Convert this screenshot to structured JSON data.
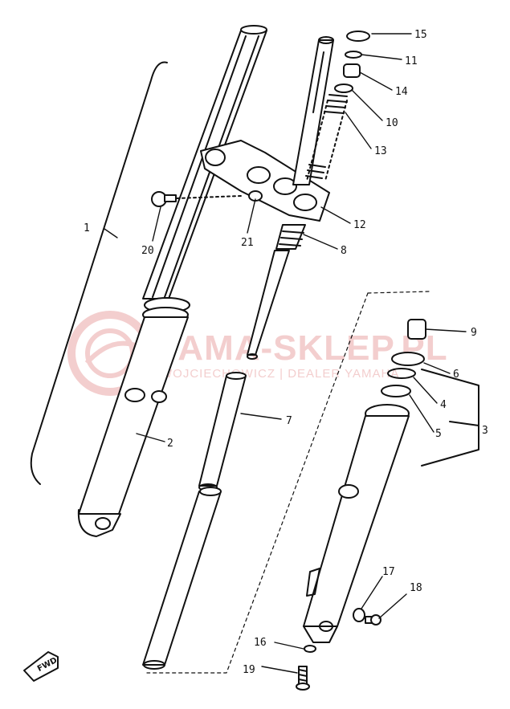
{
  "diagram": {
    "callouts": [
      "1",
      "2",
      "3",
      "4",
      "5",
      "6",
      "7",
      "8",
      "9",
      "10",
      "11",
      "12",
      "13",
      "14",
      "15",
      "16",
      "17",
      "18",
      "19",
      "20",
      "21"
    ],
    "direction_label": "FWD"
  },
  "watermark": {
    "title": "YAMA-SKLEP.PL",
    "subtitle": "WOJCIECHOWICZ | DEALER YAMAHA"
  },
  "colors": {
    "ink": "#111111",
    "watermark": "#f2c9c9"
  }
}
